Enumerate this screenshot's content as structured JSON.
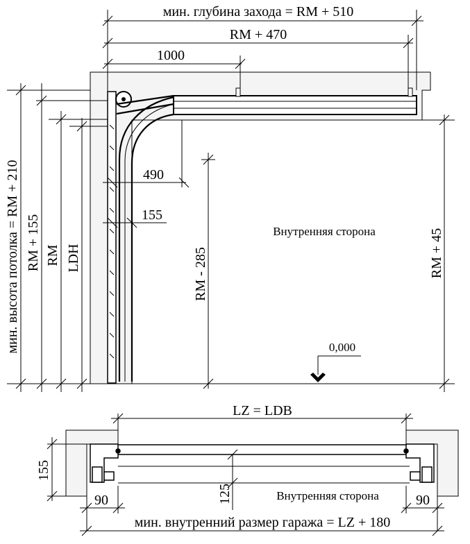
{
  "side_view": {
    "dim_min_depth": "мин. глубина захода = RM + 510",
    "dim_rm_470": "RM + 470",
    "dim_1000": "1000",
    "dim_490": "490",
    "dim_155": "155",
    "dim_rm_minus_285": "RM - 285",
    "dim_rm_plus_45": "RM + 45",
    "dim_min_ceiling": "мин. высота потолка = RM + 210",
    "dim_rm_155": "RM + 155",
    "dim_rm": "RM",
    "dim_ldh": "LDH",
    "inside_label": "Внутренняя сторона",
    "level_mark": "0,000"
  },
  "plan_view": {
    "dim_lz_ldb": "LZ = LDB",
    "dim_155": "155",
    "dim_125": "125",
    "dim_90_left": "90",
    "dim_90_right": "90",
    "inside_label": "Внутренняя сторона",
    "dim_min_garage": "мин. внутренний размер гаража = LZ + 180"
  }
}
